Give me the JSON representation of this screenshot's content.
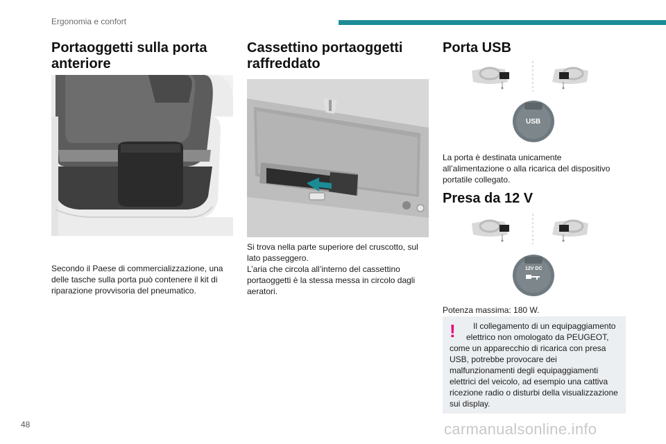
{
  "header": {
    "section": "Ergonomia e confort"
  },
  "colors": {
    "accent": "#1b8c96",
    "warning": "#e6007e",
    "note_bg": "#eceff1"
  },
  "col1": {
    "title": "Portaoggetti sulla porta anteriore",
    "text": "Secondo il Paese di commercializzazione, una delle tasche sulla porta può contenere il kit di riparazione provvisoria del pneumatico."
  },
  "col2": {
    "title": "Cassettino portaoggetti raffreddato",
    "text1": "Si trova nella parte superiore del cruscotto, sul lato passeggero.",
    "text2": "L’aria che circola all’interno del cassettino portaoggetti è la stessa messa in circolo dagli aeratori."
  },
  "col3": {
    "usb_title": "Porta USB",
    "usb_label": "USB",
    "usb_text": "La porta è destinata unicamente all’alimentazione o alla ricarica del dispositivo portatile collegato.",
    "socket_title": "Presa da 12 V",
    "socket_label": "12V DC",
    "power_text": "Potenza massima: 180 W.",
    "warning_icon": "!",
    "warning_first": "Il collegamento di un equipaggiamento elettrico non omologato da PEUGEOT,",
    "warning_rest": "come un apparecchio di ricarica con presa USB, potrebbe provocare dei malfunzionamenti degli equipaggiamenti elettrici del veicolo, ad esempio una cattiva ricezione radio o disturbi della visualizzazione sui display."
  },
  "footer": {
    "page": "48",
    "watermark": "carmanualsonline.info"
  }
}
